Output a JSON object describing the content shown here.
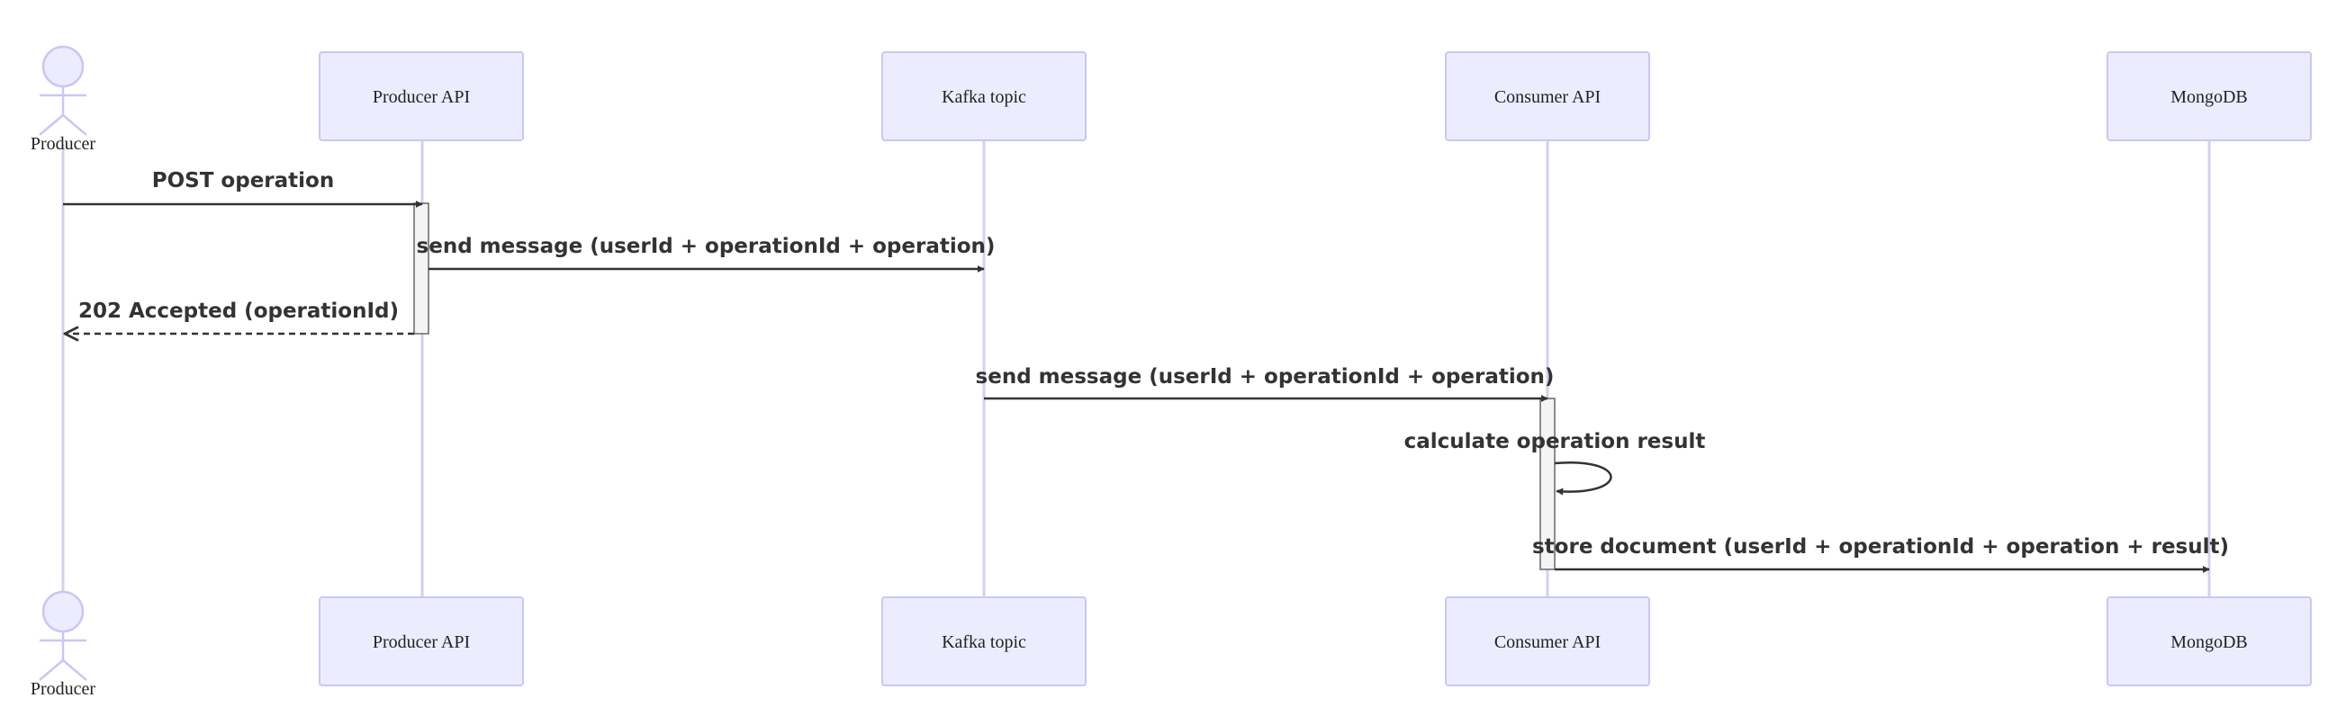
{
  "participants": {
    "producer": "Producer",
    "producer_api": "Producer API",
    "kafka_topic": "Kafka topic",
    "consumer_api": "Consumer API",
    "mongodb": "MongoDB"
  },
  "messages": {
    "post_operation": "POST operation",
    "send_to_kafka": "send message (userId + operationId + operation)",
    "accepted": "202 Accepted (operationId)",
    "send_to_consumer": "send message (userId + operationId + operation)",
    "calculate": "calculate operation result",
    "store_document": "store document (userId + operationId + operation + result)"
  }
}
